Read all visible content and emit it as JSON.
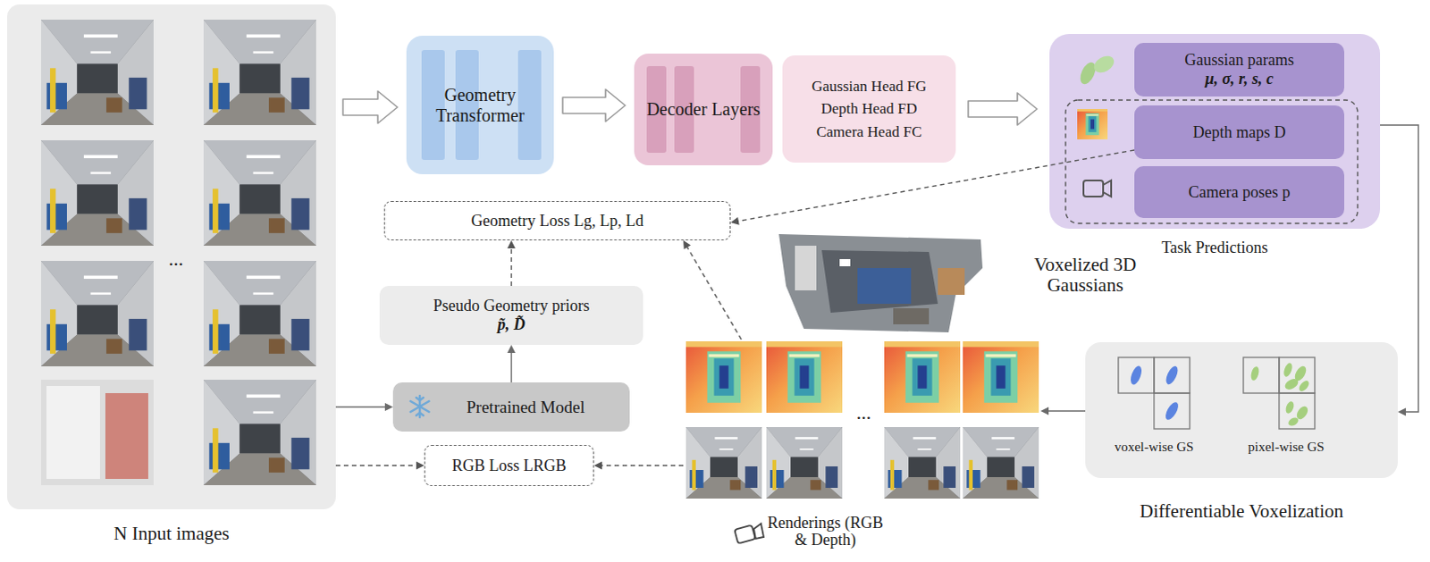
{
  "diagram": {
    "nodes": [
      {
        "text": [
          "N Input images"
        ]
      },
      {
        "text": [
          "Geometry Transformer"
        ]
      },
      {
        "text": [
          "Decoder Layers"
        ]
      },
      {
        "text": [
          "Gaussian Head FG",
          "Depth Head FD",
          "Camera Head FC"
        ]
      },
      {
        "text": [
          "Task Predictions"
        ]
      },
      {
        "text": [
          "Gaussian params",
          "μ, σ, r, s, c"
        ],
        "in": 4
      },
      {
        "text": [
          "Depth maps D"
        ],
        "in": 4
      },
      {
        "text": [
          "Camera poses p"
        ],
        "in": 4
      },
      {
        "text": [
          "Geometry Loss Lg, Lp, Ld"
        ]
      },
      {
        "text": [
          "Pseudo Geometry priors",
          "p̃, D̃"
        ]
      },
      {
        "text": [
          "Pretrained Model"
        ]
      },
      {
        "text": [
          "RGB Loss LRGB"
        ]
      },
      {
        "text": [
          "Renderings (RGB & Depth)"
        ]
      },
      {
        "text": [
          "Differentiable Voxelization"
        ]
      }
    ],
    "edges": [
      {
        "from": 0,
        "to": 1,
        "arrow": "to"
      },
      {
        "from": 1,
        "to": 2,
        "arrow": "to"
      },
      {
        "from": 3,
        "to": 4,
        "arrow": "to"
      },
      {
        "from": 0,
        "to": 10,
        "arrow": "to"
      },
      {
        "from": 10,
        "to": 9,
        "arrow": "to"
      },
      {
        "from": 9,
        "to": 8,
        "arrow": "to"
      },
      {
        "from": 6,
        "to": 8,
        "arrow": "to"
      },
      {
        "from": 12,
        "to": 8,
        "arrow": "to"
      },
      {
        "from": 0,
        "to": 11,
        "arrow": "to"
      },
      {
        "from": 12,
        "to": 11,
        "arrow": "to"
      },
      {
        "from": 4,
        "to": 13,
        "arrow": "to"
      },
      {
        "from": 13,
        "to": 12,
        "arrow": "to"
      }
    ],
    "labels": [
      "...",
      "Voxelized 3D Gaussians",
      "...",
      "voxel-wise GS",
      "pixel-wise GS"
    ]
  }
}
